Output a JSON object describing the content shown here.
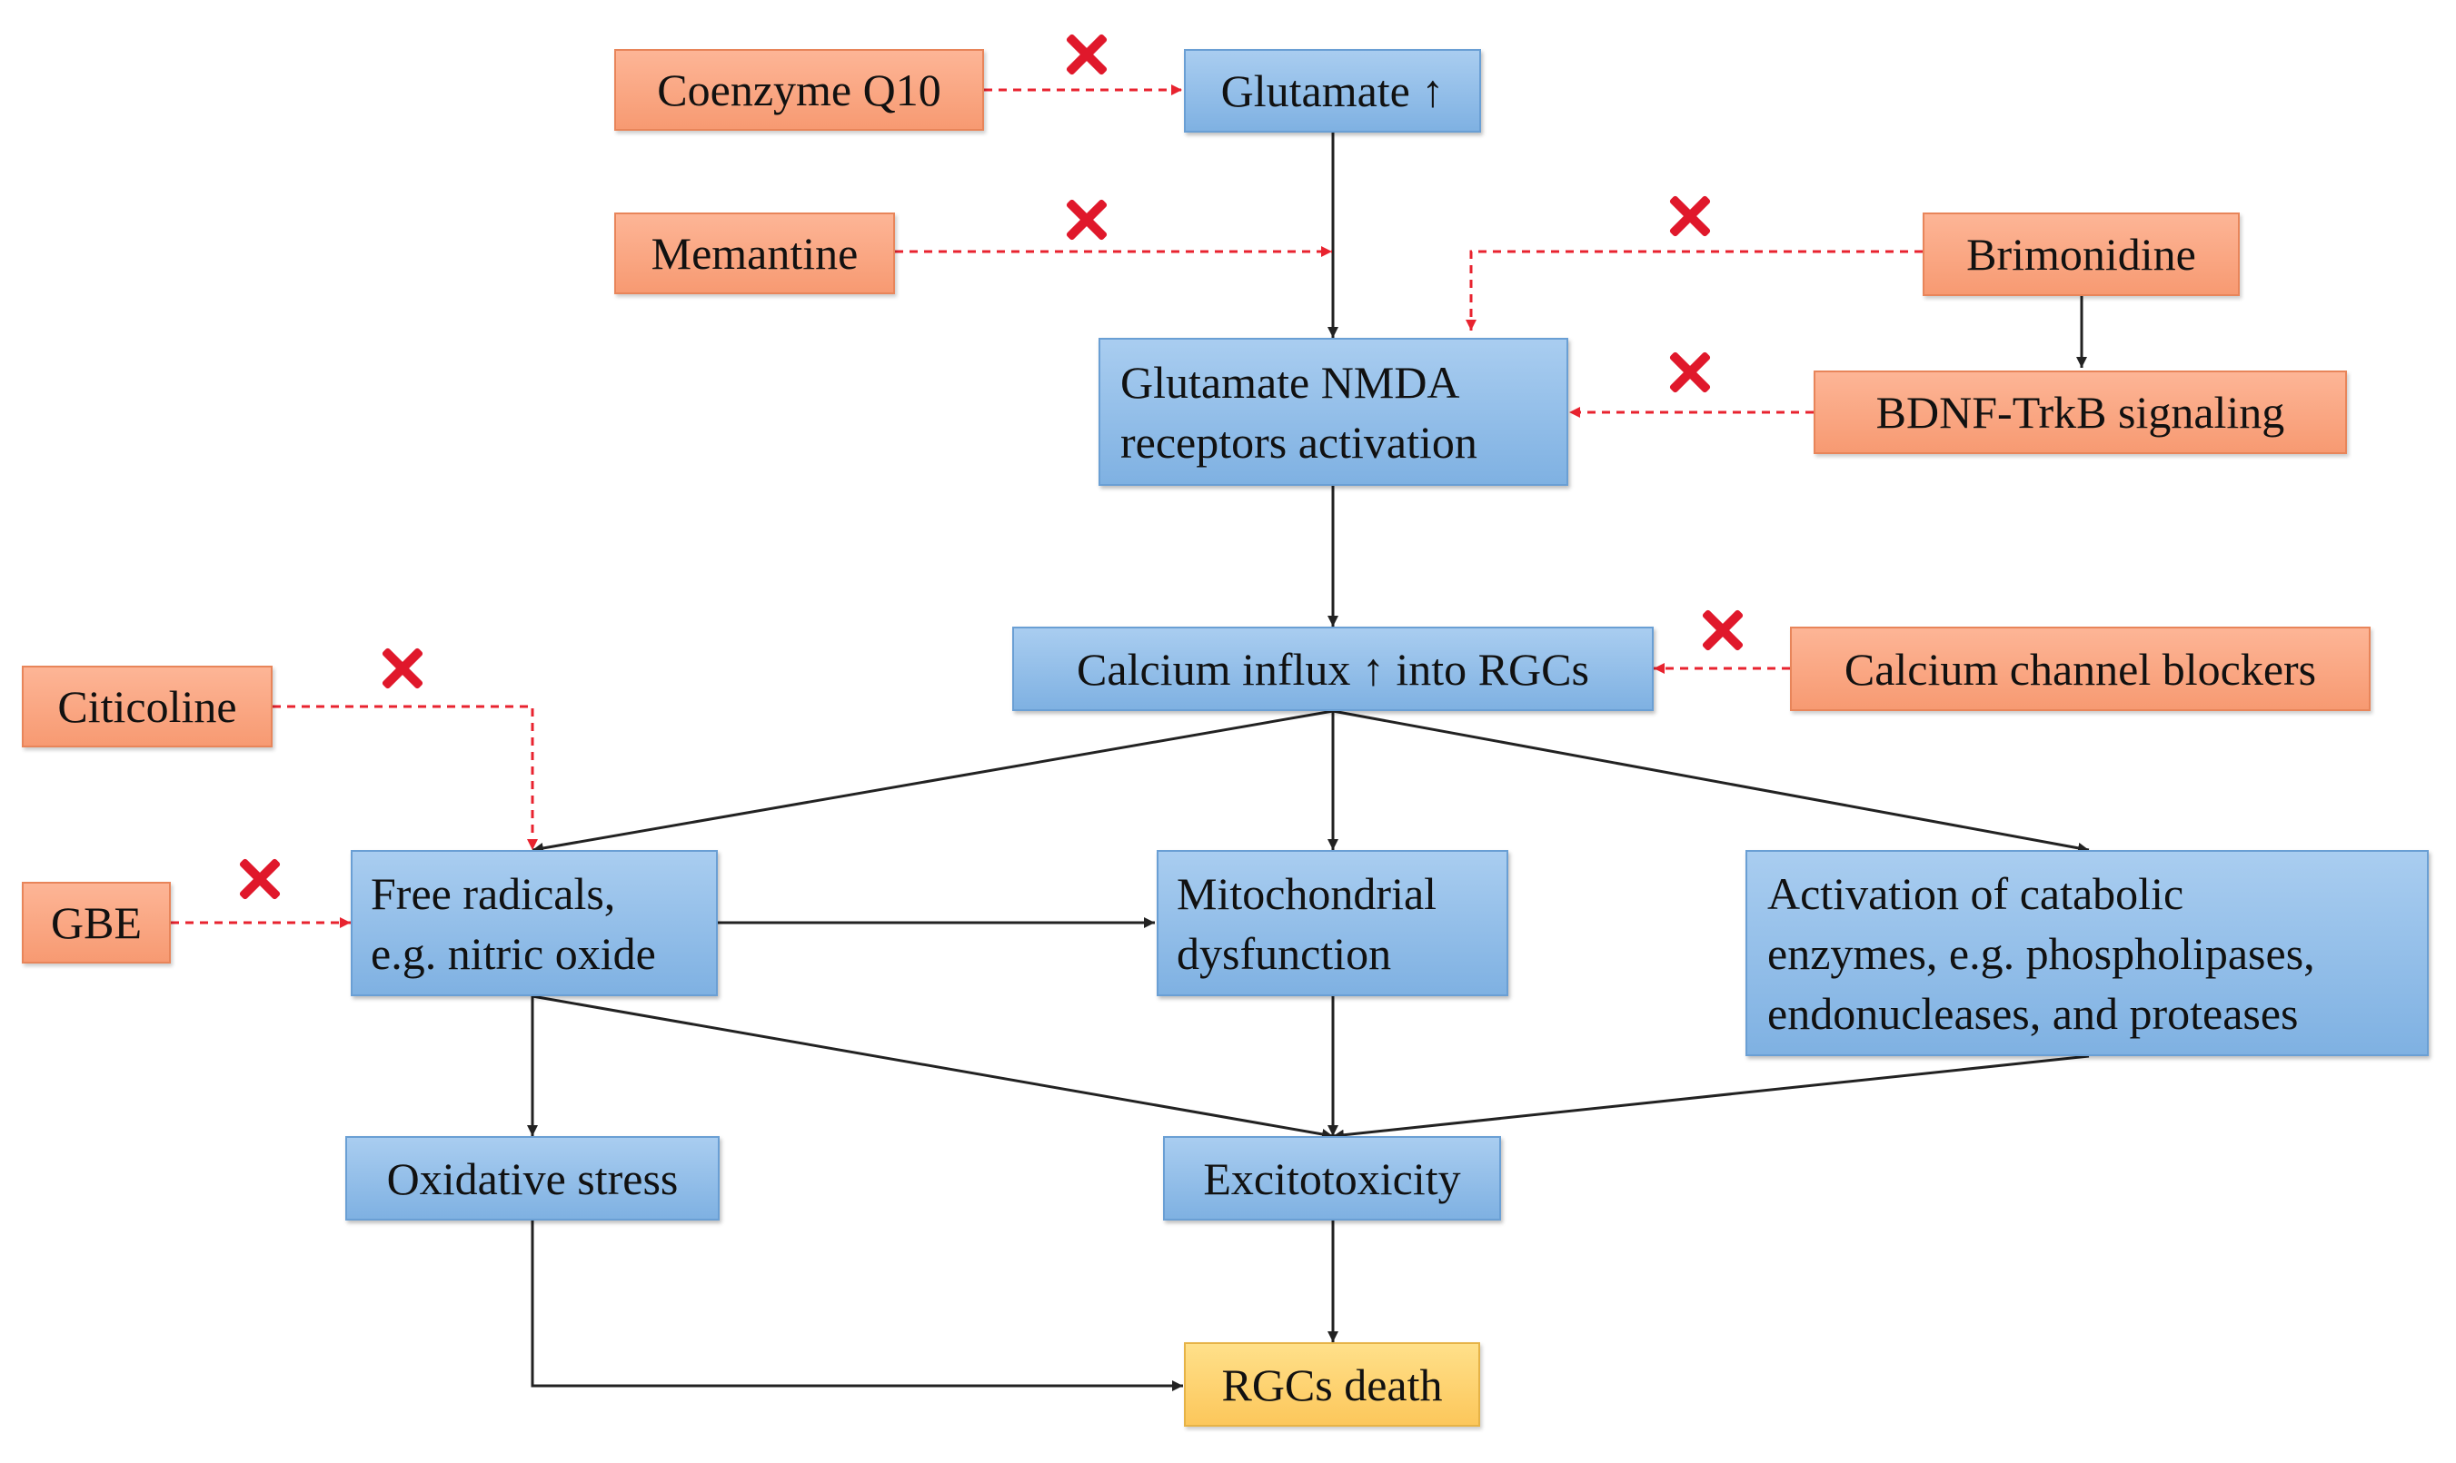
{
  "nodes": {
    "coenzyme_q10": "Coenzyme Q10",
    "glutamate_up": "Glutamate ↑",
    "memantine": "Memantine",
    "brimonidine": "Brimonidine",
    "nmda_line1": "Glutamate NMDA",
    "nmda_line2": "receptors activation",
    "bdnf": "BDNF-TrkB signaling",
    "calcium_influx": "Calcium influx ↑ into RGCs",
    "calcium_blockers": "Calcium channel blockers",
    "citicoline": "Citicoline",
    "gbe": "GBE",
    "free_radicals_line1": "Free radicals,",
    "free_radicals_line2": "e.g. nitric oxide",
    "mito_line1": "Mitochondrial",
    "mito_line2": "dysfunction",
    "catabolic_line1": "Activation of catabolic",
    "catabolic_line2": "enzymes, e.g. phospholipases,",
    "catabolic_line3": "endonucleases, and proteases",
    "oxidative_stress": "Oxidative stress",
    "excitotoxicity": "Excitotoxicity",
    "rgcs_death": "RGCs death"
  },
  "colors": {
    "pathway_box": "#8dbbe8",
    "inhibitor_box": "#fba985",
    "outcome_box": "#fdd46e",
    "arrow": "#222222",
    "inhibition_arrow": "#e8232f",
    "inhibition_mark": "#e0182b"
  },
  "edges": [
    {
      "from": "glutamate_up",
      "to": "nmda_receptors",
      "style": "solid"
    },
    {
      "from": "nmda_receptors",
      "to": "calcium_influx",
      "style": "solid"
    },
    {
      "from": "brimonidine",
      "to": "bdnf",
      "style": "solid"
    },
    {
      "from": "calcium_influx",
      "to": "free_radicals",
      "style": "solid"
    },
    {
      "from": "calcium_influx",
      "to": "mitochondrial_dysfunction",
      "style": "solid"
    },
    {
      "from": "calcium_influx",
      "to": "catabolic_enzymes",
      "style": "solid"
    },
    {
      "from": "free_radicals",
      "to": "mitochondrial_dysfunction",
      "style": "solid"
    },
    {
      "from": "free_radicals",
      "to": "oxidative_stress",
      "style": "solid"
    },
    {
      "from": "free_radicals",
      "to": "excitotoxicity",
      "style": "solid"
    },
    {
      "from": "mitochondrial_dysfunction",
      "to": "excitotoxicity",
      "style": "solid"
    },
    {
      "from": "catabolic_enzymes",
      "to": "excitotoxicity",
      "style": "solid"
    },
    {
      "from": "excitotoxicity",
      "to": "rgcs_death",
      "style": "solid"
    },
    {
      "from": "oxidative_stress",
      "to": "rgcs_death",
      "style": "solid"
    },
    {
      "from": "coenzyme_q10",
      "to": "glutamate_up",
      "style": "inhibition"
    },
    {
      "from": "memantine",
      "to": "nmda_receptors",
      "style": "inhibition"
    },
    {
      "from": "brimonidine",
      "to": "nmda_receptors",
      "style": "inhibition"
    },
    {
      "from": "bdnf",
      "to": "nmda_receptors",
      "style": "inhibition"
    },
    {
      "from": "calcium_blockers",
      "to": "calcium_influx",
      "style": "inhibition"
    },
    {
      "from": "citicoline",
      "to": "free_radicals",
      "style": "inhibition"
    },
    {
      "from": "gbe",
      "to": "free_radicals",
      "style": "inhibition"
    }
  ]
}
